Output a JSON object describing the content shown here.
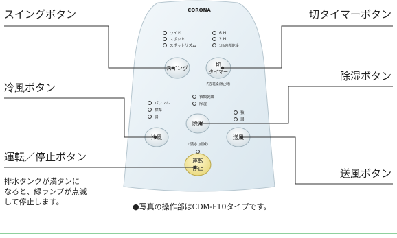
{
  "brand": "CORONA",
  "callouts": {
    "swing": "スイングボタン",
    "timer_off": "切タイマーボタン",
    "cool_wind": "冷風ボタン",
    "dehumidify": "除湿ボタン",
    "run_stop": "運転／停止ボタン",
    "fan": "送風ボタン"
  },
  "note_lines": [
    "排水タンクが満タンに",
    "なると、緑ランプが点滅",
    "して停止します。"
  ],
  "caption": "●写真の操作部はCDM-F10タイプです。",
  "panel": {
    "swing_options": [
      "ワイド",
      "スポット",
      "スポットリズム"
    ],
    "timer_options": [
      "6 H",
      "2 H",
      "1H/内部乾燥"
    ],
    "swing_button": "スイング",
    "timer_button": [
      "切",
      "タイマー"
    ],
    "inner_dry_label": "内部乾燥(停止時)",
    "dehum_options": [
      "衣類乾燥",
      "除湿"
    ],
    "cool_options": [
      "パワフル",
      "標準",
      "弱"
    ],
    "fan_options": [
      "強",
      "弱"
    ],
    "dehum_button": "除湿",
    "cool_button": "冷風",
    "fan_button": "送風",
    "tank_label": "♪満水(点滅)",
    "run_button": [
      "運転",
      "停止"
    ]
  }
}
